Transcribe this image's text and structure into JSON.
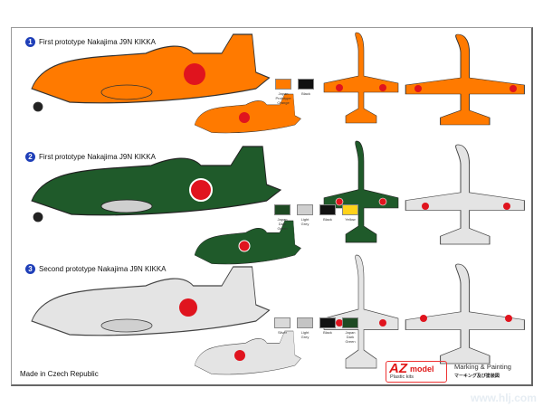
{
  "sections": [
    {
      "number": "1",
      "title": "First prototype Nakajima J9N KIKKA",
      "swatches": [
        {
          "label": "Japan Prototype Orange",
          "color": "#ff7a00"
        },
        {
          "label": "Black",
          "color": "#111111"
        }
      ]
    },
    {
      "number": "2",
      "title": "First prototype Nakajima J9N KIKKA",
      "swatches": [
        {
          "label": "Japan Dark Green",
          "color": "#1e4a23"
        },
        {
          "label": "Light Grey",
          "color": "#cfcfcf"
        },
        {
          "label": "Black",
          "color": "#111111"
        },
        {
          "label": "Yellow",
          "color": "#ffd21a"
        }
      ]
    },
    {
      "number": "3",
      "title": "Second prototype Nakajima J9N KIKKA",
      "swatches": [
        {
          "label": "Silver",
          "color": "#d9d9d9"
        },
        {
          "label": "Light Grey",
          "color": "#c4c4c4"
        },
        {
          "label": "Black",
          "color": "#111111"
        },
        {
          "label": "Japan Dark Green",
          "color": "#1e4a23"
        }
      ]
    }
  ],
  "colors": {
    "orange": "#ff7a00",
    "green": "#1f5a2a",
    "silver": "#dedede",
    "hinomaru": "#e0141e"
  },
  "footer": {
    "made_in": "Made in Czech Republic",
    "logo_az": "AZ",
    "logo_model": "model",
    "logo_sub": "Plastic kits",
    "marking": "Marking & Painting",
    "marking_jp": "マーキング及び塗装図"
  },
  "watermark": "www.hlj.com"
}
